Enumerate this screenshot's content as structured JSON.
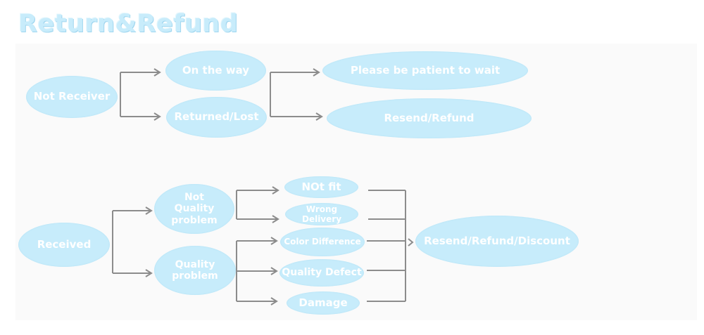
{
  "title": "Return&Refund",
  "nodes": {
    "not_receiver": "Not Receiver",
    "on_the_way": "On the way",
    "returned_lost": "Returned/Lost",
    "please_wait": "Please be patient to wait",
    "resend_refund": "Resend/Refund",
    "received": "Received",
    "not_quality_problem": "Not\nQuality\nproblem",
    "quality_problem": "Quality\nproblem",
    "not_fit": "NOt fit",
    "wrong_delivery": "Wrong\nDelivery",
    "color_difference": "Color Difference",
    "quality_defect": "Quality Defect",
    "damage": "Damage",
    "resend_refund_discount": "Resend/Refund/Discount"
  },
  "colors": {
    "node_fill": "#c7ecfb",
    "connector": "#888888",
    "title": "#c8ecfb"
  }
}
